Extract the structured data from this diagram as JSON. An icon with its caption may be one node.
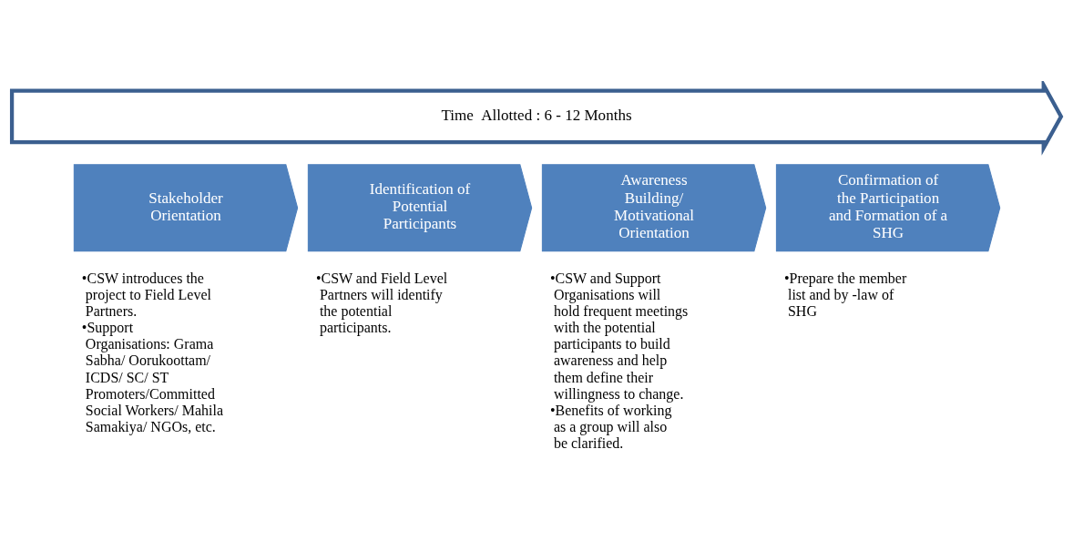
{
  "diagram": {
    "nodes": [
      {
        "text": [
          "Time  Allotted : 6 - 12 Months"
        ]
      },
      {
        "text": [
          "Stakeholder Orientation"
        ],
        "beside": [
          "•CSW introduces the project to Field Level Partners.",
          "•Support Organisations: Grama Sabha/ Oorukoottam/ ICDS/ SC/ ST Promoters/Committed Social Workers/ Mahila Samakiya/ NGOs, etc."
        ]
      },
      {
        "text": [
          "Identification of Potential Participants"
        ],
        "beside": [
          "•CSW and Field Level Partners will identify the potential participants."
        ]
      },
      {
        "text": [
          "Awareness Building/ Motivational Orientation"
        ],
        "beside": [
          "•CSW and Support Organisations will hold frequent meetings with the potential participants to build awareness and help them define their willingness to change.",
          "•Benefits of working as a group will also be clarified."
        ]
      },
      {
        "text": [
          "Confirmation of the Participation and Formation of a SHG"
        ],
        "beside": [
          "•Prepare the member list and by -law of SHG"
        ]
      }
    ],
    "edges": []
  }
}
